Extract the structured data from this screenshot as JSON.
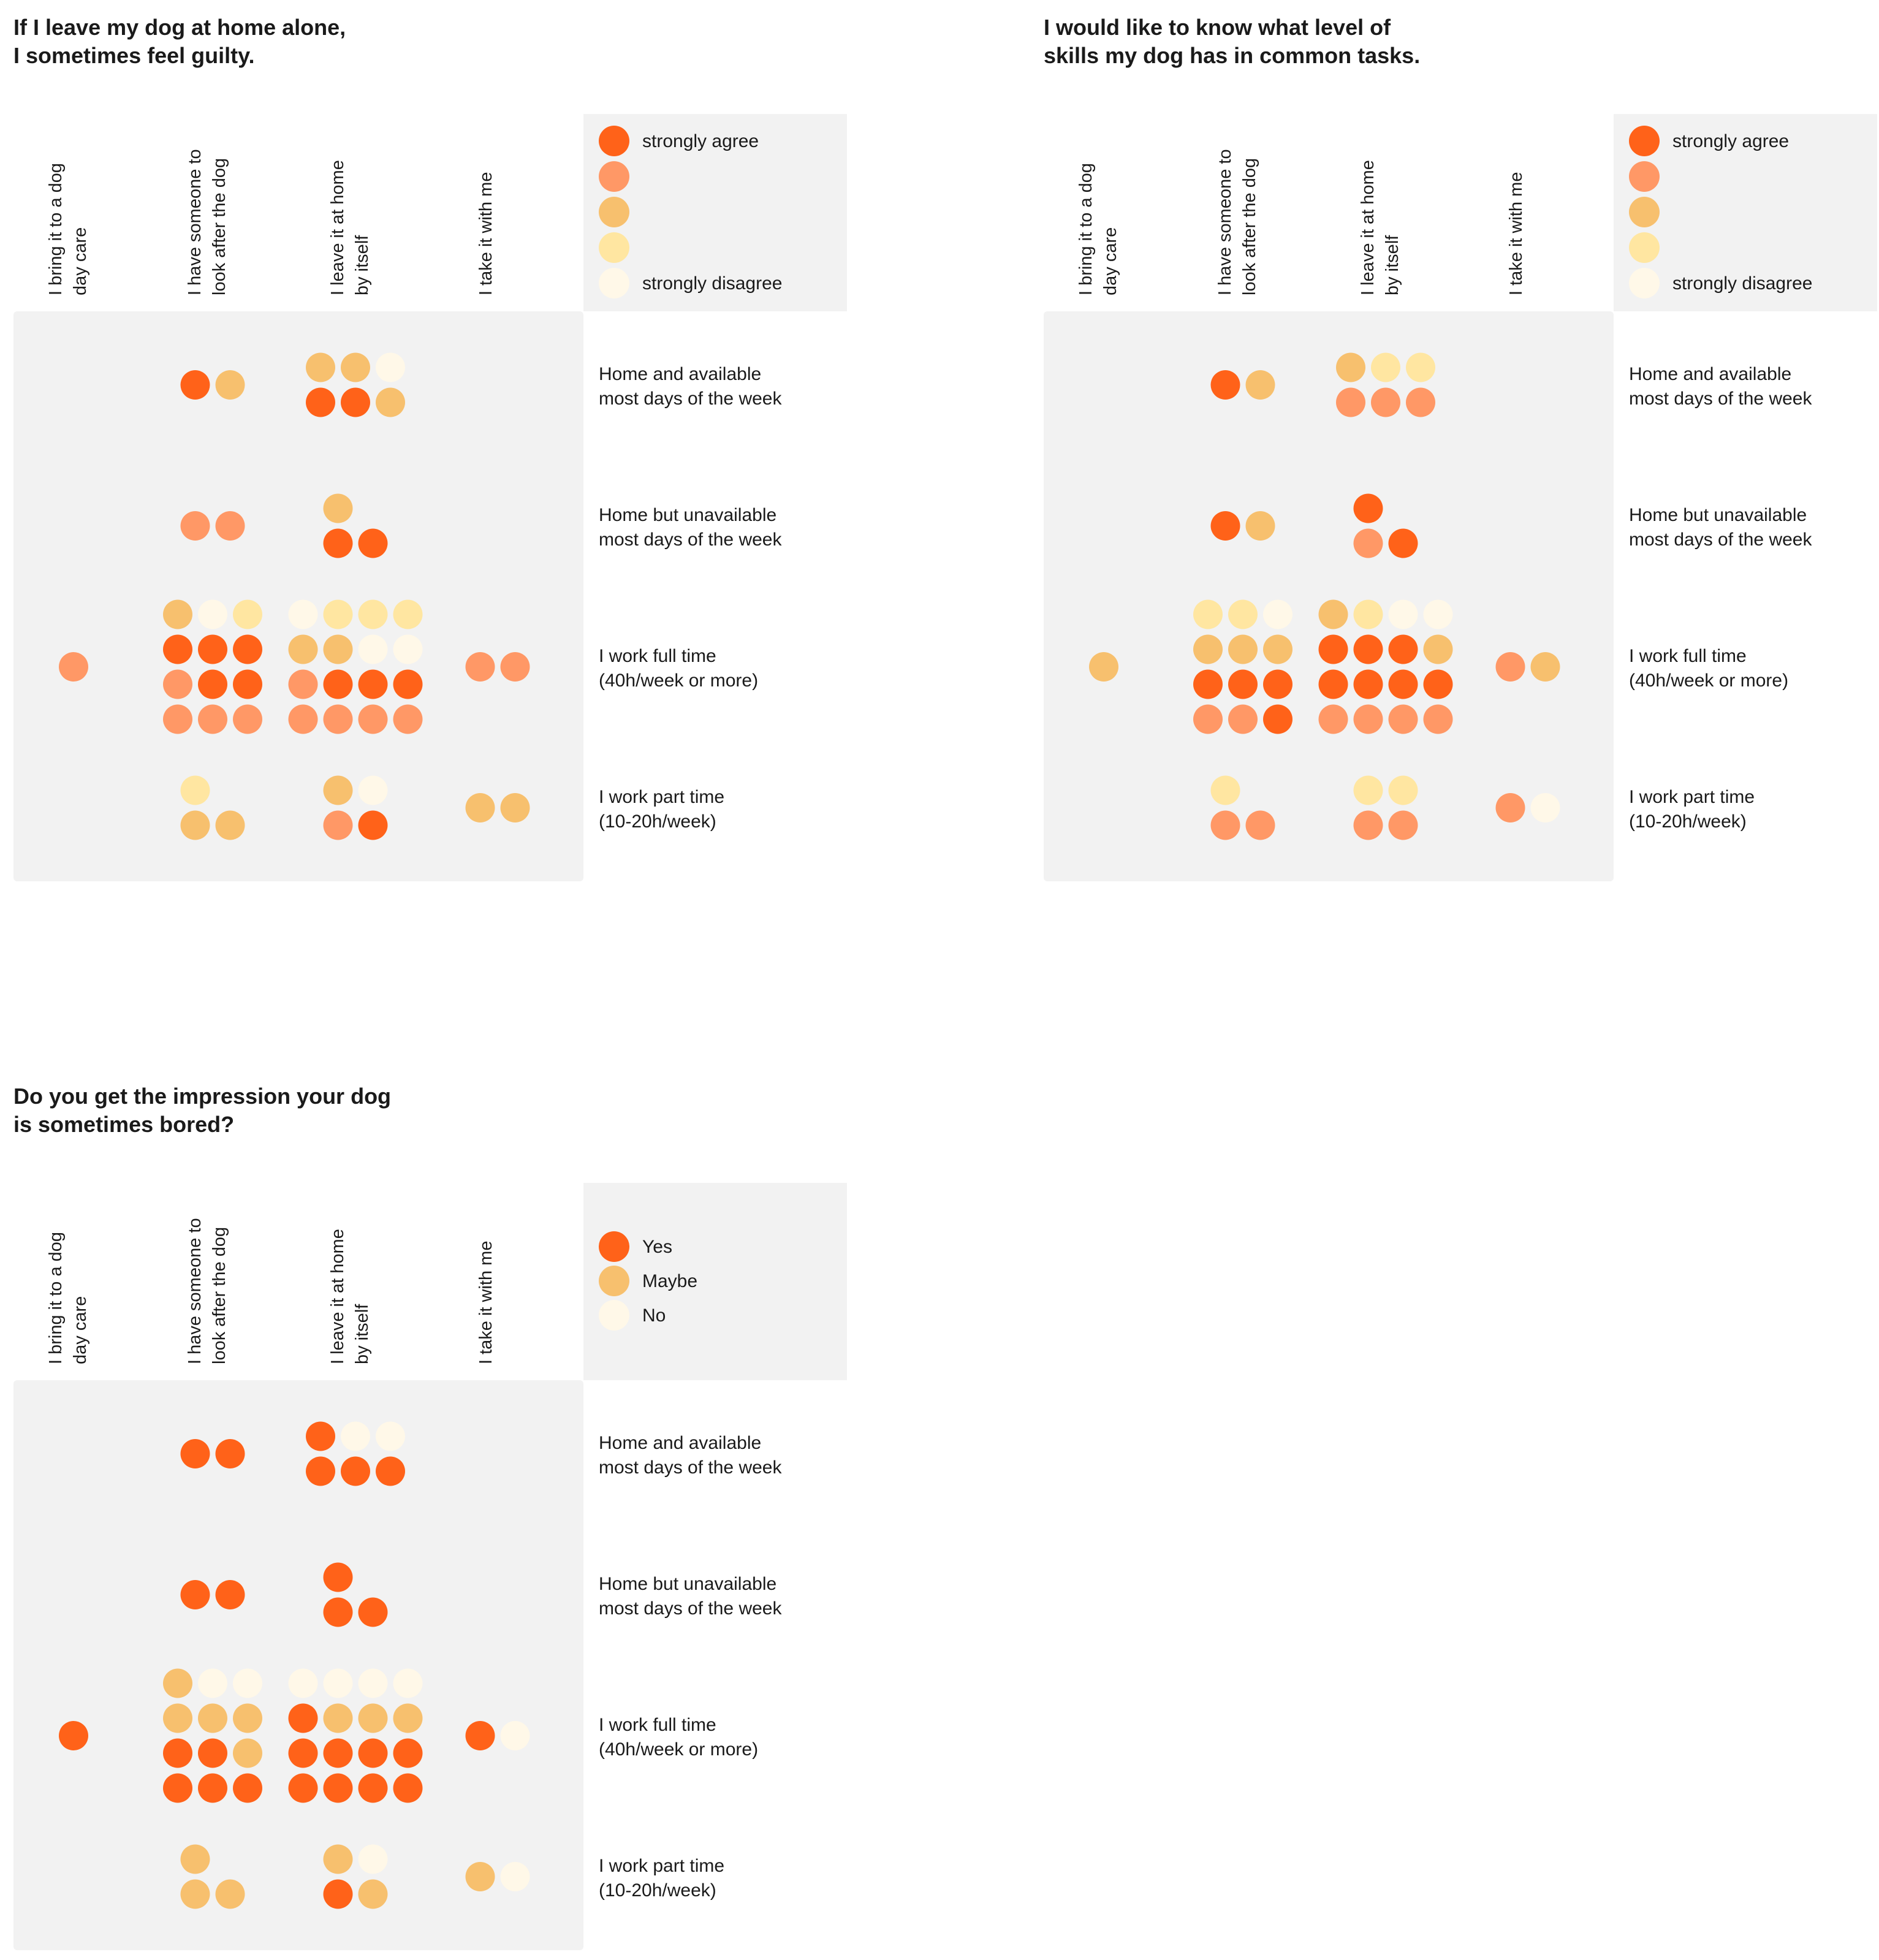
{
  "palette": {
    "agree5": [
      "#ff6219",
      "#ff9866",
      "#f7c06e",
      "#ffe6a1",
      "#fff8e8"
    ],
    "yesmaybeno": [
      "#ff6219",
      "#f7c06e",
      "#fff8e8"
    ],
    "panel_bg": "#f2f2f2"
  },
  "chart_data": [
    {
      "type": "dot-matrix",
      "title_lines": [
        "If I leave my dog at home alone,",
        "I sometimes feel guilty."
      ],
      "columns": [
        [
          "I bring it to a dog",
          "day care"
        ],
        [
          "I have someone to",
          "look after the dog"
        ],
        [
          "I leave it at home",
          "by itself"
        ],
        [
          "I take it with me"
        ]
      ],
      "rows": [
        [
          "Home and available",
          "most days of the week"
        ],
        [
          "Home but unavailable",
          "most days of the week"
        ],
        [
          "I work full time",
          "(40h/week or more)"
        ],
        [
          "I work part time",
          "(10-20h/week)"
        ]
      ],
      "legend": {
        "scale": "agree5",
        "labels": [
          "strongly agree",
          "",
          "",
          "",
          "strongly disagree"
        ]
      },
      "cells": [
        [
          [],
          [
            [
              1,
              3
            ]
          ],
          [
            [
              3,
              3,
              5
            ],
            [
              1,
              1,
              3
            ]
          ],
          []
        ],
        [
          [],
          [
            [
              2,
              2
            ]
          ],
          [
            [
              3
            ],
            [
              1,
              1
            ]
          ],
          []
        ],
        [
          [
            [
              2
            ]
          ],
          [
            [
              3,
              5,
              4
            ],
            [
              1,
              1,
              1
            ],
            [
              2,
              1,
              1
            ],
            [
              2,
              2,
              2
            ]
          ],
          [
            [
              5,
              4,
              4,
              4
            ],
            [
              3,
              3,
              5,
              5
            ],
            [
              2,
              1,
              1,
              1
            ],
            [
              2,
              2,
              2,
              2
            ]
          ],
          [
            [
              2,
              2
            ]
          ]
        ],
        [
          [],
          [
            [
              4
            ],
            [
              3,
              3
            ]
          ],
          [
            [
              3,
              5
            ],
            [
              2,
              1
            ]
          ],
          [
            [
              3,
              3
            ]
          ]
        ]
      ]
    },
    {
      "type": "dot-matrix",
      "title_lines": [
        "I would like to know what level of",
        "skills my dog has in common tasks."
      ],
      "columns": [
        [
          "I bring it to a dog",
          "day care"
        ],
        [
          "I have someone to",
          "look after the dog"
        ],
        [
          "I leave it at home",
          "by itself"
        ],
        [
          "I take it with me"
        ]
      ],
      "rows": [
        [
          "Home and available",
          "most days of the week"
        ],
        [
          "Home but unavailable",
          "most days of the week"
        ],
        [
          "I work full time",
          "(40h/week or more)"
        ],
        [
          "I work part time",
          "(10-20h/week)"
        ]
      ],
      "legend": {
        "scale": "agree5",
        "labels": [
          "strongly agree",
          "",
          "",
          "",
          "strongly disagree"
        ]
      },
      "cells": [
        [
          [],
          [
            [
              1,
              3
            ]
          ],
          [
            [
              3,
              4,
              4
            ],
            [
              2,
              2,
              2
            ]
          ],
          []
        ],
        [
          [],
          [
            [
              1,
              3
            ]
          ],
          [
            [
              1
            ],
            [
              2,
              1
            ]
          ],
          []
        ],
        [
          [
            [
              3
            ]
          ],
          [
            [
              4,
              4,
              5
            ],
            [
              3,
              3,
              3
            ],
            [
              1,
              1,
              1
            ],
            [
              2,
              2,
              1
            ]
          ],
          [
            [
              3,
              4,
              5,
              5
            ],
            [
              1,
              1,
              1,
              3
            ],
            [
              1,
              1,
              1,
              1
            ],
            [
              2,
              2,
              2,
              2
            ]
          ],
          [
            [
              2,
              3
            ]
          ]
        ],
        [
          [],
          [
            [
              4
            ],
            [
              2,
              2
            ]
          ],
          [
            [
              4,
              4
            ],
            [
              2,
              2
            ]
          ],
          [
            [
              2,
              5
            ]
          ]
        ]
      ]
    },
    {
      "type": "dot-matrix",
      "title_lines": [
        "Do you get the impression your dog",
        "is sometimes bored?"
      ],
      "columns": [
        [
          "I bring it to a dog",
          "day care"
        ],
        [
          "I have someone to",
          "look after the dog"
        ],
        [
          "I leave it at home",
          "by itself"
        ],
        [
          "I take it with me"
        ]
      ],
      "rows": [
        [
          "Home and available",
          "most days of the week"
        ],
        [
          "Home but unavailable",
          "most days of the week"
        ],
        [
          "I work full time",
          "(40h/week or more)"
        ],
        [
          "I work part time",
          "(10-20h/week)"
        ]
      ],
      "legend": {
        "scale": "yesmaybeno",
        "labels": [
          "Yes",
          "Maybe",
          "No"
        ]
      },
      "cells": [
        [
          [],
          [
            [
              1,
              1
            ]
          ],
          [
            [
              1,
              3,
              3
            ],
            [
              1,
              1,
              1
            ]
          ],
          []
        ],
        [
          [],
          [
            [
              1,
              1
            ]
          ],
          [
            [
              1
            ],
            [
              1,
              1
            ]
          ],
          []
        ],
        [
          [
            [
              1
            ]
          ],
          [
            [
              2,
              3,
              3
            ],
            [
              2,
              2,
              2
            ],
            [
              1,
              1,
              2
            ],
            [
              1,
              1,
              1
            ]
          ],
          [
            [
              3,
              3,
              3,
              3
            ],
            [
              1,
              2,
              2,
              2
            ],
            [
              1,
              1,
              1,
              1
            ],
            [
              1,
              1,
              1,
              1
            ]
          ],
          [
            [
              1,
              3
            ]
          ]
        ],
        [
          [],
          [
            [
              2
            ],
            [
              2,
              2
            ]
          ],
          [
            [
              2,
              3
            ],
            [
              1,
              2
            ]
          ],
          [
            [
              2,
              3
            ]
          ]
        ]
      ]
    }
  ]
}
